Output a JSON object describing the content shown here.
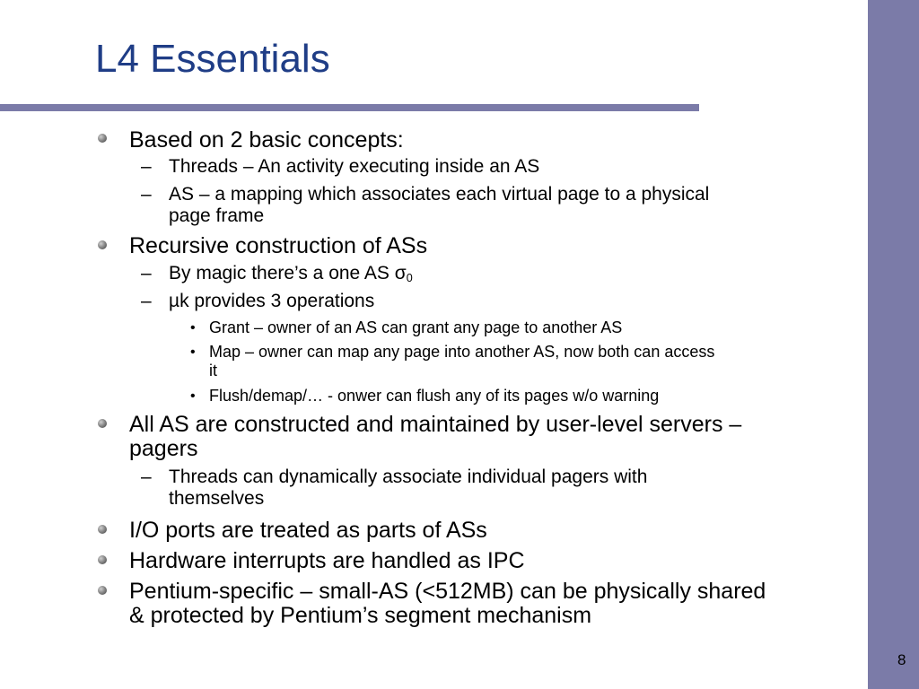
{
  "slide": {
    "title": "L4 Essentials",
    "page_number": "8",
    "bullets": {
      "b1": "Based on 2 basic concepts:",
      "b1_s1": "Threads – An activity executing inside an AS",
      "b1_s2_line1": "AS – a mapping which associates each virtual page to a physical",
      "b1_s2_line2": "page frame",
      "b2": "Recursive construction of ASs",
      "b2_s1": "By magic there’s a one AS σ",
      "b2_s1_sub": "0",
      "b2_s2": "µk provides 3 operations",
      "b2_s2_t1": "Grant – owner of an AS can grant any page to another AS",
      "b2_s2_t2_line1": "Map – owner can map any page into another AS, now both can access",
      "b2_s2_t2_line2": "it",
      "b2_s2_t3": "Flush/demap/… - onwer can flush any of its pages w/o warning",
      "b3_line1": "All AS are constructed and maintained by user-level servers –",
      "b3_line2": "pagers",
      "b3_s1_line1": "Threads can dynamically associate individual pagers with",
      "b3_s1_line2": "themselves",
      "b4": "I/O ports are treated as parts of ASs",
      "b5": "Hardware interrupts are handled as IPC",
      "b6_line1": "Pentium-specific – small-AS (<512MB) can be physically shared",
      "b6_line2": "& protected by Pentium’s segment mechanism"
    }
  },
  "colors": {
    "title": "#1f3d86",
    "accent_band": "#7b7ba8",
    "text": "#000000"
  },
  "icons": {
    "level1_bullet": "sphere-bullet-icon",
    "level2_marker": "dash",
    "level3_marker": "dot"
  }
}
